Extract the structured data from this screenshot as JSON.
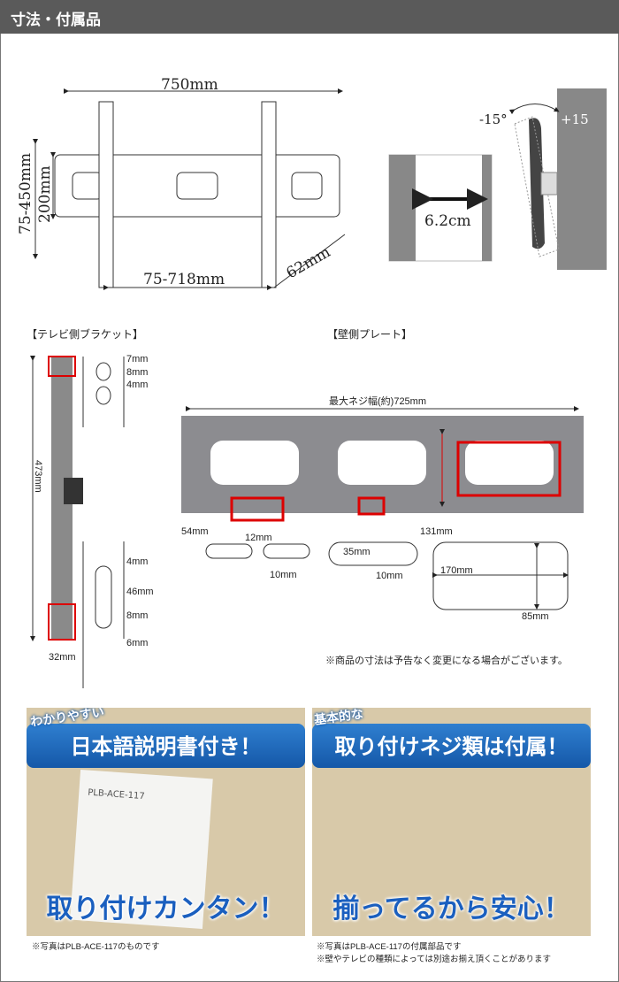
{
  "header": {
    "title": "寸法・付属品"
  },
  "dimensions": {
    "width": "750mm",
    "vesa_vertical": "75-450mm",
    "height": "200mm",
    "vesa_horizontal": "75-718mm",
    "depth": "62mm",
    "profile": "6.2cm",
    "tilt_minus": "-15°",
    "tilt_plus": "+15"
  },
  "tv_bracket": {
    "title": "【テレビ側ブラケット】",
    "length": "473mm",
    "width": "32mm",
    "top_detail": [
      "7mm",
      "8mm",
      "4mm"
    ],
    "bottom_detail": [
      "4mm",
      "46mm",
      "8mm",
      "6mm"
    ]
  },
  "wall_plate": {
    "title": "【壁側プレート】",
    "max_screw_width": "最大ネジ幅(約)725mm",
    "edge": "54mm",
    "slot_gap": "12mm",
    "slot_height": "10mm",
    "slot_length": "35mm",
    "slot_height2": "10mm",
    "vertical": "131mm",
    "hole_width": "170mm",
    "hole_height": "85mm",
    "note": "※商品の寸法は予告なく変更になる場合がございます。"
  },
  "panels": [
    {
      "pre": "わかりやすい",
      "headline": "日本語説明書付き！",
      "model": "PLB-ACE-117",
      "big": "取り付けカンタン！",
      "captions": [
        "※写真はPLB-ACE-117のものです"
      ]
    },
    {
      "pre": "基本的な",
      "headline": "取り付けネジ類は付属！",
      "big": "揃ってるから安心！",
      "captions": [
        "※写真はPLB-ACE-117の付属部品です",
        "※壁やテレビの種類によっては別途お揃え頂くことがあります"
      ]
    }
  ]
}
